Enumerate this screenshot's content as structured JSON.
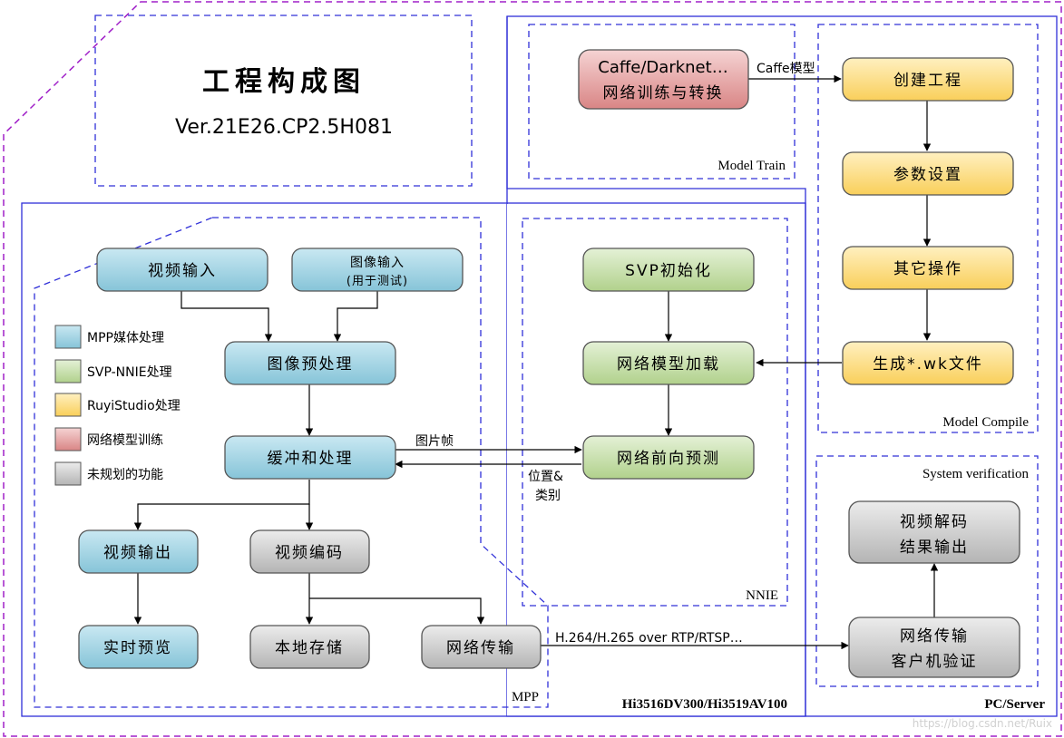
{
  "title": "工程构成图",
  "version": "Ver.21E26.CP2.5H081",
  "colors": {
    "mpp": "#a9d7e6",
    "nnie": "#cfe5b8",
    "ruyi": "#fde39a",
    "train": "#e8a7a7",
    "future": "#cfcfcf",
    "purple_border": "#a020c8",
    "blue_border": "#3030d8"
  },
  "regions": {
    "model_train": "Model Train",
    "model_compile": "Model Compile",
    "system_verification": "System verification",
    "nnie": "NNIE",
    "mpp": "MPP",
    "board": "Hi3516DV300/Hi3519AV100",
    "pc": "PC/Server"
  },
  "nodes": {
    "caffe": {
      "line1": "Caffe/Darknet…",
      "line2": "网络训练与转换"
    },
    "create_project": {
      "line1": "创建工程"
    },
    "params": {
      "line1": "参数设置"
    },
    "other_ops": {
      "line1": "其它操作"
    },
    "gen_wk": {
      "line1": "生成*.wk文件"
    },
    "svp_init": {
      "line1": "SVP初始化"
    },
    "model_load": {
      "line1": "网络模型加载"
    },
    "forward": {
      "line1": "网络前向预测"
    },
    "video_in": {
      "line1": "视频输入"
    },
    "image_in": {
      "line1": "图像输入",
      "line2": "(用于测试)"
    },
    "preprocess": {
      "line1": "图像预处理"
    },
    "buffer": {
      "line1": "缓冲和处理"
    },
    "video_out": {
      "line1": "视频输出"
    },
    "video_enc": {
      "line1": "视频编码"
    },
    "preview": {
      "line1": "实时预览"
    },
    "storage": {
      "line1": "本地存储"
    },
    "net_tx": {
      "line1": "网络传输"
    },
    "decode": {
      "line1": "视频解码",
      "line2": "结果输出"
    },
    "client": {
      "line1": "网络传输",
      "line2": "客户机验证"
    }
  },
  "legend": [
    {
      "label": "MPP媒体处理"
    },
    {
      "label": "SVP-NNIE处理"
    },
    {
      "label": "RuyiStudio处理"
    },
    {
      "label": "网络模型训练"
    },
    {
      "label": "未规划的功能"
    }
  ],
  "edge_labels": {
    "caffe_model": "Caffe模型",
    "frames": "图片帧",
    "pos1": "位置&",
    "pos2": "类别",
    "stream": "H.264/H.265 over RTP/RTSP…"
  },
  "watermark": "https://blog.csdn.net/Ruix"
}
